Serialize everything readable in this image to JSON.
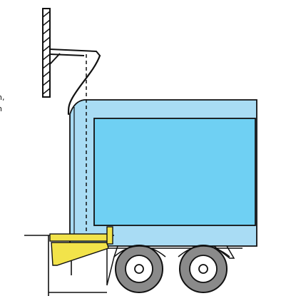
{
  "diagram": {
    "edge_text": {
      "line1": "n,",
      "line2": "n"
    },
    "colors": {
      "trailer_body": "#a9dcf4",
      "trailer_panel": "#6fd0f3",
      "guide_bar": "#f2e34a",
      "wheel": "#8a8a8a",
      "outline": "#111111",
      "background": "#ffffff"
    },
    "parts": [
      "wall-hatched",
      "ceiling-bracket-arm",
      "rear-seal-curtain",
      "alignment-dashed-line",
      "trailer-body",
      "trailer-side-panel",
      "dock-floor-line",
      "dock-guide-bumper",
      "dock-support-brace",
      "rear-wheel-front",
      "rear-wheel-back",
      "trailer-chassis"
    ]
  }
}
